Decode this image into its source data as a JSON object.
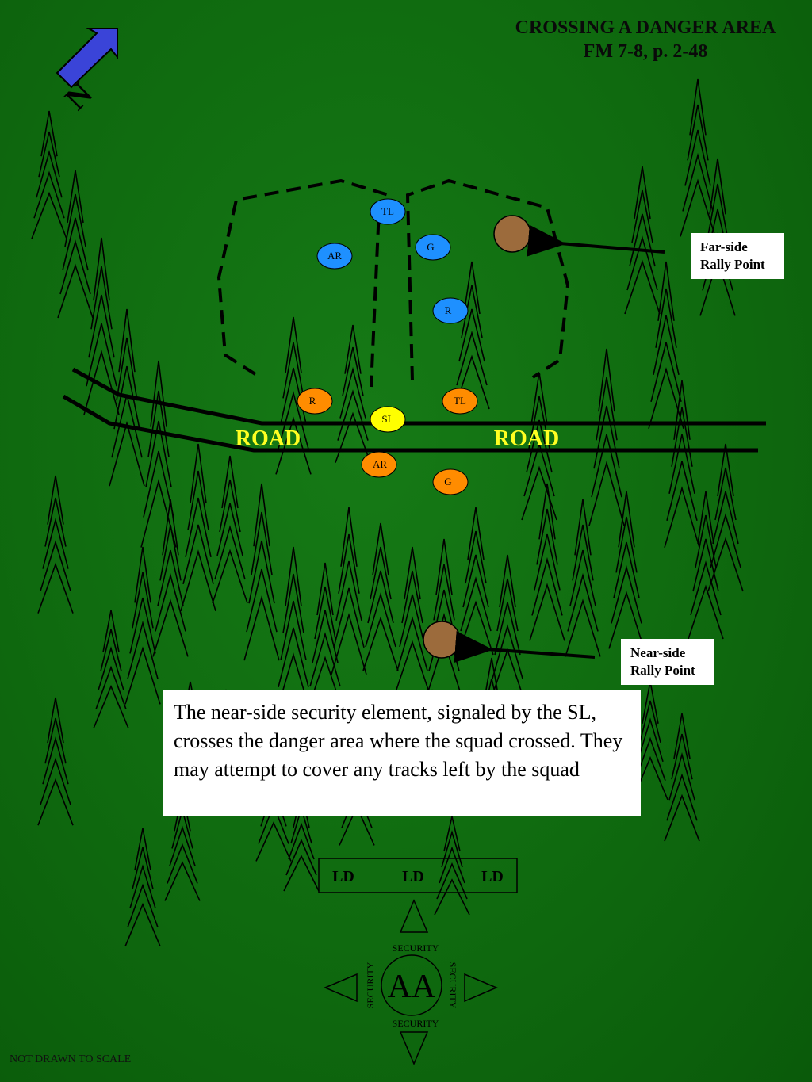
{
  "title": {
    "line1": "CROSSING A DANGER AREA",
    "line2": "FM 7-8, p. 2-48"
  },
  "north_label": "N",
  "road_labels": [
    "ROAD",
    "ROAD"
  ],
  "far_squad": {
    "color": "#1e90ff",
    "members": [
      "TL",
      "AR",
      "G",
      "R"
    ]
  },
  "near_security": {
    "color": "#ff8c00",
    "members": [
      "R",
      "TL",
      "AR",
      "G"
    ]
  },
  "squad_leader": {
    "label": "SL",
    "color": "#ffff00"
  },
  "rally_point_color": "#9c6b3c",
  "callouts": {
    "far_side": {
      "line1": "Far-side",
      "line2": "Rally Point"
    },
    "near_side": {
      "line1": "Near-side",
      "line2": "Rally Point"
    }
  },
  "description": "The near-side security element, signaled by the SL, crosses the danger area where the squad crossed. They may attempt to cover any tracks left by the squad",
  "ld_labels": [
    "LD",
    "LD",
    "LD"
  ],
  "assembly_area": {
    "label": "AA",
    "security_top": "SECURITY",
    "security_bottom": "SECURITY",
    "security_left": "SECURITY",
    "security_right": "SECURITY"
  },
  "disclaimer": "NOT DRAWN TO SCALE"
}
